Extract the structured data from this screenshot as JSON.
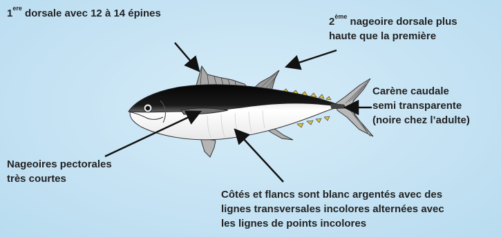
{
  "labels": {
    "first_dorsal": {
      "sup": "ere",
      "prefix": "1",
      "text": " dorsale avec 12 à 14 épines"
    },
    "second_dorsal": {
      "prefix": "2",
      "sup": "ème",
      "line1": " nageoire dorsale plus",
      "line2": "haute que la première"
    },
    "caudal_keel": {
      "line1": "Carène caudale",
      "line2": "semi transparente",
      "line3": "(noire chez l’adulte)"
    },
    "pectoral": {
      "line1": "Nageoires pectorales",
      "line2": "très courtes"
    },
    "flanks": {
      "line1": "Côtés et flancs sont blanc argentés avec des",
      "line2": "lignes transversales incolores alternées avec",
      "line3": "les lignes de points incolores"
    }
  },
  "colors": {
    "background": "#c8e4f4",
    "back": "#0d0d0d",
    "belly": "#ffffff",
    "arrow": "#111111"
  }
}
